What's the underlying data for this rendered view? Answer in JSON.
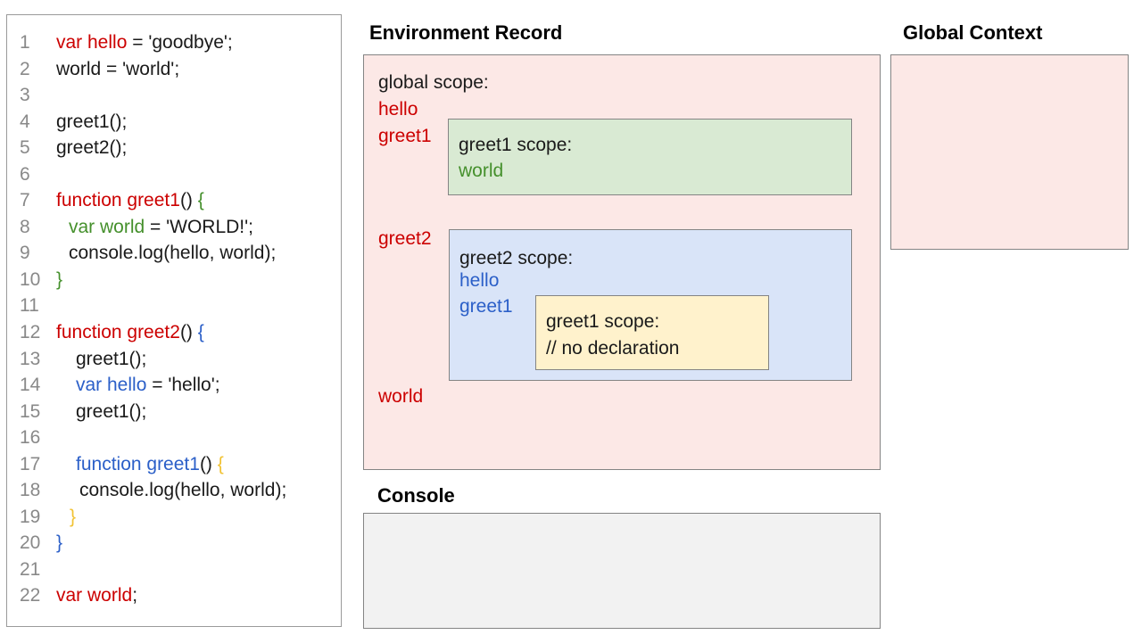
{
  "titles": {
    "environment_record": "Environment Record",
    "global_context": "Global Context",
    "console": "Console"
  },
  "colors": {
    "boxes": {
      "pink": "#fce8e6",
      "green": "#d9ead3",
      "blue": "#d9e4f8",
      "yellow": "#fff2cc",
      "console_bg": "#f2f2f2",
      "border": "#848484",
      "panel_border": "#9a9a9a"
    },
    "code": {
      "black": "#1a1a1a",
      "red": "#cc0000",
      "green": "#45902c",
      "blue": "#2b5fc8",
      "yellow": "#f1c232",
      "gray": "#898989"
    }
  },
  "code": {
    "lines": [
      {
        "num": "1",
        "indent": 0,
        "segments": [
          {
            "t": "var hello",
            "c": "red"
          },
          {
            "t": " = 'goodbye';",
            "c": "black"
          }
        ]
      },
      {
        "num": "2",
        "indent": 0,
        "segments": [
          {
            "t": "world = 'world';",
            "c": "black"
          }
        ]
      },
      {
        "num": "3",
        "indent": 0,
        "segments": []
      },
      {
        "num": "4",
        "indent": 0,
        "segments": [
          {
            "t": "greet1();",
            "c": "black"
          }
        ]
      },
      {
        "num": "5",
        "indent": 0,
        "segments": [
          {
            "t": "greet2();",
            "c": "black"
          }
        ]
      },
      {
        "num": "6",
        "indent": 0,
        "segments": []
      },
      {
        "num": "7",
        "indent": 0,
        "segments": [
          {
            "t": "function greet1",
            "c": "red"
          },
          {
            "t": "() ",
            "c": "black"
          },
          {
            "t": "{",
            "c": "green"
          }
        ]
      },
      {
        "num": "8",
        "indent": 14,
        "segments": [
          {
            "t": "var world",
            "c": "green"
          },
          {
            "t": " = 'WORLD!';",
            "c": "black"
          }
        ]
      },
      {
        "num": "9",
        "indent": 14,
        "segments": [
          {
            "t": "console.log(hello, world);",
            "c": "black"
          }
        ]
      },
      {
        "num": "10",
        "indent": 0,
        "segments": [
          {
            "t": "}",
            "c": "green"
          }
        ]
      },
      {
        "num": "11",
        "indent": 0,
        "segments": []
      },
      {
        "num": "12",
        "indent": 0,
        "segments": [
          {
            "t": "function greet2",
            "c": "red"
          },
          {
            "t": "() ",
            "c": "black"
          },
          {
            "t": "{",
            "c": "blue"
          }
        ]
      },
      {
        "num": "13",
        "indent": 22,
        "segments": [
          {
            "t": "greet1();",
            "c": "black"
          }
        ]
      },
      {
        "num": "14",
        "indent": 22,
        "segments": [
          {
            "t": "var hello",
            "c": "blue"
          },
          {
            "t": " = 'hello';",
            "c": "black"
          }
        ]
      },
      {
        "num": "15",
        "indent": 22,
        "segments": [
          {
            "t": "greet1();",
            "c": "black"
          }
        ]
      },
      {
        "num": "16",
        "indent": 0,
        "segments": []
      },
      {
        "num": "17",
        "indent": 22,
        "segments": [
          {
            "t": "function greet1",
            "c": "blue"
          },
          {
            "t": "() ",
            "c": "black"
          },
          {
            "t": "{",
            "c": "yellow"
          }
        ]
      },
      {
        "num": "18",
        "indent": 26,
        "segments": [
          {
            "t": "console.log(hello, world);",
            "c": "black"
          }
        ]
      },
      {
        "num": "19",
        "indent": 15,
        "segments": [
          {
            "t": "}",
            "c": "yellow"
          }
        ]
      },
      {
        "num": "20",
        "indent": 0,
        "segments": [
          {
            "t": "}",
            "c": "blue"
          }
        ]
      },
      {
        "num": "21",
        "indent": 0,
        "segments": []
      },
      {
        "num": "22",
        "indent": 0,
        "segments": [
          {
            "t": "var world",
            "c": "red"
          },
          {
            "t": ";",
            "c": "black"
          }
        ]
      }
    ]
  },
  "environment": {
    "global_scope_label": "global scope:",
    "hello_label": "hello",
    "greet1_label": "greet1",
    "greet2_label": "greet2",
    "world_label": "world",
    "greet1_scope": {
      "title": "greet1 scope:",
      "var1": "world"
    },
    "greet2_scope": {
      "title": "greet2 scope:",
      "var1": "hello",
      "var2": "greet1"
    },
    "nested_greet1_scope": {
      "title": "greet1 scope:",
      "comment": "// no declaration"
    }
  }
}
